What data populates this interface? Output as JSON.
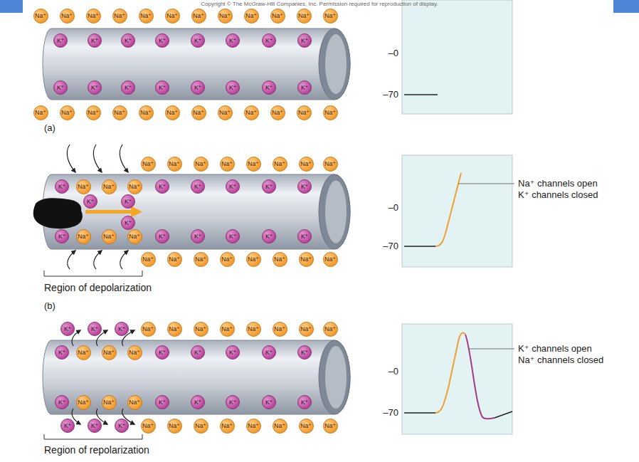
{
  "diagram": {
    "nodes": [
      {
        "text": [
          "Na⁺"
        ]
      },
      {
        "text": [
          "Na⁺"
        ]
      },
      {
        "text": [
          "Na⁺"
        ]
      },
      {
        "text": [
          "Na⁺"
        ]
      },
      {
        "text": [
          "Na⁺"
        ]
      },
      {
        "text": [
          "Na⁺"
        ]
      },
      {
        "text": [
          "Na⁺"
        ]
      },
      {
        "text": [
          "Na⁺"
        ]
      },
      {
        "text": [
          "Na⁺"
        ]
      },
      {
        "text": [
          "Na⁺"
        ]
      },
      {
        "text": [
          "Na⁺"
        ]
      },
      {
        "text": [
          "Na⁺"
        ]
      },
      {
        "text": [
          "K⁺"
        ]
      },
      {
        "text": [
          "K⁺"
        ]
      },
      {
        "text": [
          "K⁺"
        ]
      },
      {
        "text": [
          "K⁺"
        ]
      },
      {
        "text": [
          "K⁺"
        ]
      },
      {
        "text": [
          "K⁺"
        ]
      },
      {
        "text": [
          "K⁺"
        ]
      },
      {
        "text": [
          "K⁺"
        ]
      },
      {
        "text": [
          "K⁺"
        ]
      },
      {
        "text": [
          "K⁺"
        ]
      },
      {
        "text": [
          "K⁺"
        ]
      },
      {
        "text": [
          "K⁺"
        ]
      },
      {
        "text": [
          "K⁺"
        ]
      },
      {
        "text": [
          "K⁺"
        ]
      },
      {
        "text": [
          "K⁺"
        ]
      },
      {
        "text": [
          "K⁺"
        ]
      },
      {
        "text": [
          "Na⁺"
        ]
      },
      {
        "text": [
          "Na⁺"
        ]
      },
      {
        "text": [
          "Na⁺"
        ]
      },
      {
        "text": [
          "Na⁺"
        ]
      },
      {
        "text": [
          "Na⁺"
        ]
      },
      {
        "text": [
          "Na⁺"
        ]
      },
      {
        "text": [
          "Na⁺"
        ]
      },
      {
        "text": [
          "Na⁺"
        ]
      },
      {
        "text": [
          "Na⁺"
        ]
      },
      {
        "text": [
          "Na⁺"
        ]
      },
      {
        "text": [
          "Na⁺"
        ]
      },
      {
        "text": [
          "Na⁺"
        ]
      },
      {
        "text": [
          "Na⁺"
        ]
      },
      {
        "text": [
          "Na⁺"
        ]
      },
      {
        "text": [
          "Na⁺"
        ]
      },
      {
        "text": [
          "Na⁺"
        ]
      },
      {
        "text": [
          "Na⁺"
        ]
      },
      {
        "text": [
          "Na⁺"
        ]
      },
      {
        "text": [
          "Na⁺"
        ]
      },
      {
        "text": [
          "Na⁺"
        ]
      },
      {
        "text": [
          "K⁺"
        ]
      },
      {
        "text": [
          "Na⁺"
        ]
      },
      {
        "text": [
          "Na⁺"
        ]
      },
      {
        "text": [
          "Na⁺"
        ]
      },
      {
        "text": [
          "K⁺"
        ]
      },
      {
        "text": [
          "K⁺"
        ]
      },
      {
        "text": [
          "K⁺"
        ]
      },
      {
        "text": [
          "K⁺"
        ]
      },
      {
        "text": [
          "K⁺"
        ]
      },
      {
        "text": [
          "K⁺"
        ]
      },
      {
        "text": [
          "K⁺"
        ]
      },
      {
        "text": [
          "K⁺"
        ]
      },
      {
        "text": [
          "K⁺"
        ]
      },
      {
        "text": [
          "Na⁺"
        ]
      },
      {
        "text": [
          "Na⁺"
        ]
      },
      {
        "text": [
          "Na⁺"
        ]
      },
      {
        "text": [
          "K⁺"
        ]
      },
      {
        "text": [
          "K⁺"
        ]
      },
      {
        "text": [
          "K⁺"
        ]
      },
      {
        "text": [
          "K⁺"
        ]
      },
      {
        "text": [
          "K⁺"
        ]
      },
      {
        "text": [
          "Na⁺"
        ]
      },
      {
        "text": [
          "Na⁺"
        ]
      },
      {
        "text": [
          "Na⁺"
        ]
      },
      {
        "text": [
          "Na⁺"
        ]
      },
      {
        "text": [
          "Na⁺"
        ]
      },
      {
        "text": [
          "Na⁺"
        ]
      },
      {
        "text": [
          "Na⁺"
        ]
      },
      {
        "text": [
          "Na⁺"
        ]
      },
      {
        "text": [
          "K⁺"
        ]
      },
      {
        "text": [
          "K⁺"
        ]
      },
      {
        "text": [
          "K⁺"
        ]
      },
      {
        "text": [
          "Na⁺"
        ]
      },
      {
        "text": [
          "Na⁺"
        ]
      },
      {
        "text": [
          "Na⁺"
        ]
      },
      {
        "text": [
          "Na⁺"
        ]
      },
      {
        "text": [
          "Na⁺"
        ]
      },
      {
        "text": [
          "Na⁺"
        ]
      },
      {
        "text": [
          "Na⁺"
        ]
      },
      {
        "text": [
          "Na⁺"
        ]
      },
      {
        "text": [
          "K⁺"
        ]
      },
      {
        "text": [
          "Na⁺"
        ]
      },
      {
        "text": [
          "Na⁺"
        ]
      },
      {
        "text": [
          "Na⁺"
        ]
      },
      {
        "text": [
          "K⁺"
        ]
      },
      {
        "text": [
          "K⁺"
        ]
      },
      {
        "text": [
          "K⁺"
        ]
      },
      {
        "text": [
          "K⁺"
        ]
      },
      {
        "text": [
          "K⁺"
        ]
      },
      {
        "text": [
          "K⁺"
        ]
      },
      {
        "text": [
          "Na⁺"
        ]
      },
      {
        "text": [
          "Na⁺"
        ]
      },
      {
        "text": [
          "Na⁺"
        ]
      },
      {
        "text": [
          "K⁺"
        ]
      },
      {
        "text": [
          "K⁺"
        ]
      },
      {
        "text": [
          "K⁺"
        ]
      },
      {
        "text": [
          "K⁺"
        ]
      },
      {
        "text": [
          "K⁺"
        ]
      },
      {
        "text": [
          "K⁺"
        ]
      },
      {
        "text": [
          "K⁺"
        ]
      },
      {
        "text": [
          "K⁺"
        ]
      },
      {
        "text": [
          "Na⁺"
        ]
      },
      {
        "text": [
          "Na⁺"
        ]
      },
      {
        "text": [
          "Na⁺"
        ]
      },
      {
        "text": [
          "Na⁺"
        ]
      },
      {
        "text": [
          "Na⁺"
        ]
      },
      {
        "text": [
          "Na⁺"
        ]
      },
      {
        "text": [
          "Na⁺"
        ]
      },
      {
        "text": [
          "Na⁺"
        ]
      }
    ],
    "labels": [
      "Copyright © The McGraw-Hill Companies, Inc. Permission required for reproduction of display.",
      "–0",
      "–70",
      "(a)",
      "–0",
      "–70",
      "Na⁺ channels open",
      "K⁺ channels closed",
      "Region of depolarization",
      "(b)",
      "–0",
      "–70",
      "K⁺ channels open",
      "Na⁺ channels closed",
      "Region of repolarization"
    ]
  }
}
